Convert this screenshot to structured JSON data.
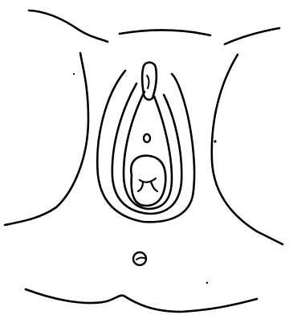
{
  "figure": {
    "background": "#ffffff",
    "ink": "#000000",
    "parts": [
      "top-contour",
      "left-outer-contour",
      "right-outer-contour",
      "outer-fold",
      "middle-fold",
      "inner-fold",
      "top-knob",
      "small-inner-oval",
      "lower-rounded-shape",
      "inner-mark",
      "small-circle",
      "bottom-contour"
    ]
  }
}
